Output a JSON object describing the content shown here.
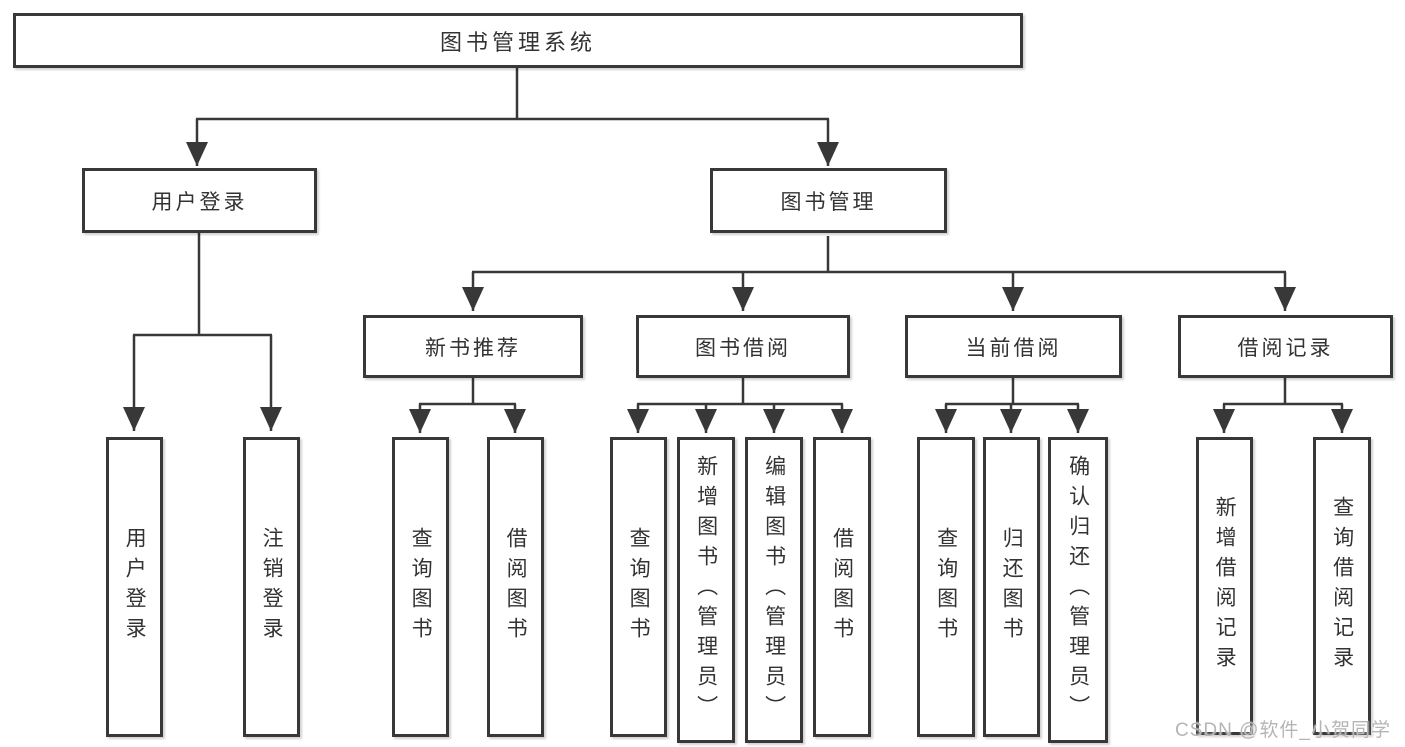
{
  "diagram": {
    "tree": {
      "label": "图书管理系统",
      "children": [
        {
          "label": "用户登录",
          "children": [
            {
              "label": "用户登录"
            },
            {
              "label": "注销登录"
            }
          ]
        },
        {
          "label": "图书管理",
          "children": [
            {
              "label": "新书推荐",
              "children": [
                {
                  "label": "查询图书"
                },
                {
                  "label": "借阅图书"
                }
              ]
            },
            {
              "label": "图书借阅",
              "children": [
                {
                  "label": "查询图书"
                },
                {
                  "label": "新增图书（管理员）"
                },
                {
                  "label": "编辑图书（管理员）"
                },
                {
                  "label": "借阅图书"
                }
              ]
            },
            {
              "label": "当前借阅",
              "children": [
                {
                  "label": "查询图书"
                },
                {
                  "label": "归还图书"
                },
                {
                  "label": "确认归还（管理员）"
                }
              ]
            },
            {
              "label": "借阅记录",
              "children": [
                {
                  "label": "新增借阅记录"
                },
                {
                  "label": "查询借阅记录"
                }
              ]
            }
          ]
        }
      ]
    },
    "watermark": "CSDN @软件_小贺同学",
    "colors": {
      "line": "#383838",
      "text": "#333333",
      "background": "#ffffff",
      "watermark": "#b5b5b5"
    }
  }
}
